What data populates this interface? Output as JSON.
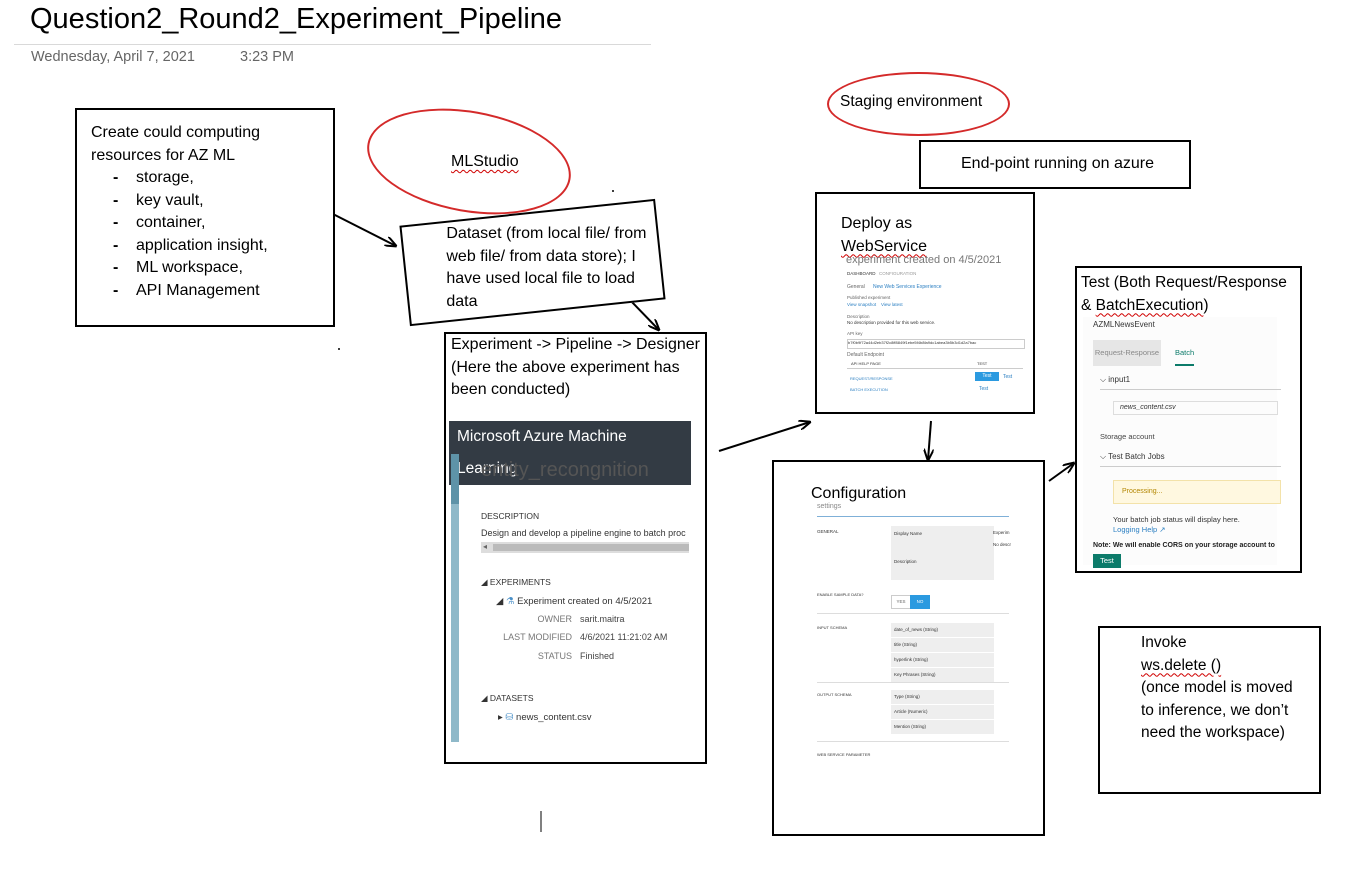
{
  "page": {
    "title": "Question2_Round2_Experiment_Pipeline",
    "date": "Wednesday, April 7, 2021",
    "time": "3:23 PM"
  },
  "resources_box": {
    "heading": "Create could computing resources for AZ ML",
    "items": [
      "storage,",
      "key vault,",
      "container,",
      "application insight,",
      "ML workspace,",
      "API Management"
    ]
  },
  "mlstudio_label": "MLStudio",
  "dataset_box": {
    "text": "Dataset (from local file/ from web file/ from data store); I have used local file to load data"
  },
  "experiment_box": {
    "caption": "Experiment -> Pipeline -> Designer (Here the above experiment has been conducted)",
    "azure_header": "Microsoft Azure Machine Learning",
    "workspace_title": "entity_recongnition",
    "description_heading": "DESCRIPTION",
    "description_text": "Design and develop a pipeline engine to batch proc",
    "experiments_heading": "EXPERIMENTS",
    "experiment_name": "Experiment created on 4/5/2021",
    "owner_label": "OWNER",
    "owner_value": "sarit.maitra",
    "modified_label": "LAST MODIFIED",
    "modified_value": "4/6/2021 11:21:02 AM",
    "status_label": "STATUS",
    "status_value": "Finished",
    "datasets_heading": "DATASETS",
    "dataset_file": "news_content.csv"
  },
  "staging_label": "Staging environment",
  "endpoint_box": {
    "text": "End-point running on azure"
  },
  "deploy_box": {
    "caption_line1": "Deploy as",
    "caption_line2": "WebService",
    "experiment_title": "experiment created on 4/5/2021",
    "tab_dashboard": "DASHBOARD",
    "tab_configuration": "CONFIGURATION",
    "general_label": "General",
    "new_ws_link": "New Web Services Experience",
    "published_label": "Published experiment",
    "view_snapshot": "View snapshot",
    "view_latest": "View latest",
    "description_label": "Description",
    "description_value": "No description provided for this web service.",
    "api_key_label": "API key",
    "api_key_value": "b7f0b9f72a44d2eb37f2c8ff8849f1ebe5f4b8fa9dc1abea3b5b3d1d2a7bac",
    "default_endpoint": "Default Endpoint",
    "col_api_help": "API HELP PAGE",
    "col_test": "TEST",
    "row1": "REQUEST/RESPONSE",
    "row2": "BATCH EXECUTION",
    "test_button": "Test",
    "test_link": "Test",
    "test_link2": "Test"
  },
  "config_box": {
    "caption": "Configuration",
    "settings": "settings",
    "general": "GENERAL",
    "display_name_label": "Display Name",
    "display_name_value": "Experim",
    "description_label": "Description",
    "description_value": "No descr",
    "enable_sample": "ENABLE SAMPLE DATA?",
    "yes": "YES",
    "no": "NO",
    "input_schema": "INPUT SCHEMA",
    "input_fields": [
      "date_of_news (String)",
      "title (String)",
      "hyperlink (String)",
      "Key Phrases (String)"
    ],
    "output_schema": "OUTPUT SCHEMA",
    "output_fields": [
      "Type (String)",
      "Article (Numeric)",
      "Mention (String)"
    ],
    "web_param": "WEB SERVICE PARAMETER"
  },
  "test_box": {
    "caption_line1": "Test (Both Request/Response",
    "caption_amp": "& ",
    "caption_batch": "BatchExecution",
    "caption_end": ")",
    "service_name": "AZMLNewsEvent",
    "tab_request": "Request-Response",
    "tab_batch": "Batch",
    "input_label": "input1",
    "input_file": "news_content.csv",
    "storage_label": "Storage account",
    "test_jobs_label": "Test Batch Jobs",
    "processing": "Processing...",
    "status_text": "Your batch job status will display here.",
    "logging_help": "Logging Help",
    "note": "Note: We will enable CORS on your storage account to",
    "test_button": "Test"
  },
  "invoke_box": {
    "line1": "Invoke",
    "line2": "ws.delete ()",
    "line3": "(once model is moved to inference, we don’t need the workspace)"
  },
  "colors": {
    "oval": "#d42a2a",
    "azure_header": "#333b44",
    "teal": "#0c7b6a",
    "sidebar": "#8fb9c9",
    "blue_button": "#2b9ae0"
  }
}
